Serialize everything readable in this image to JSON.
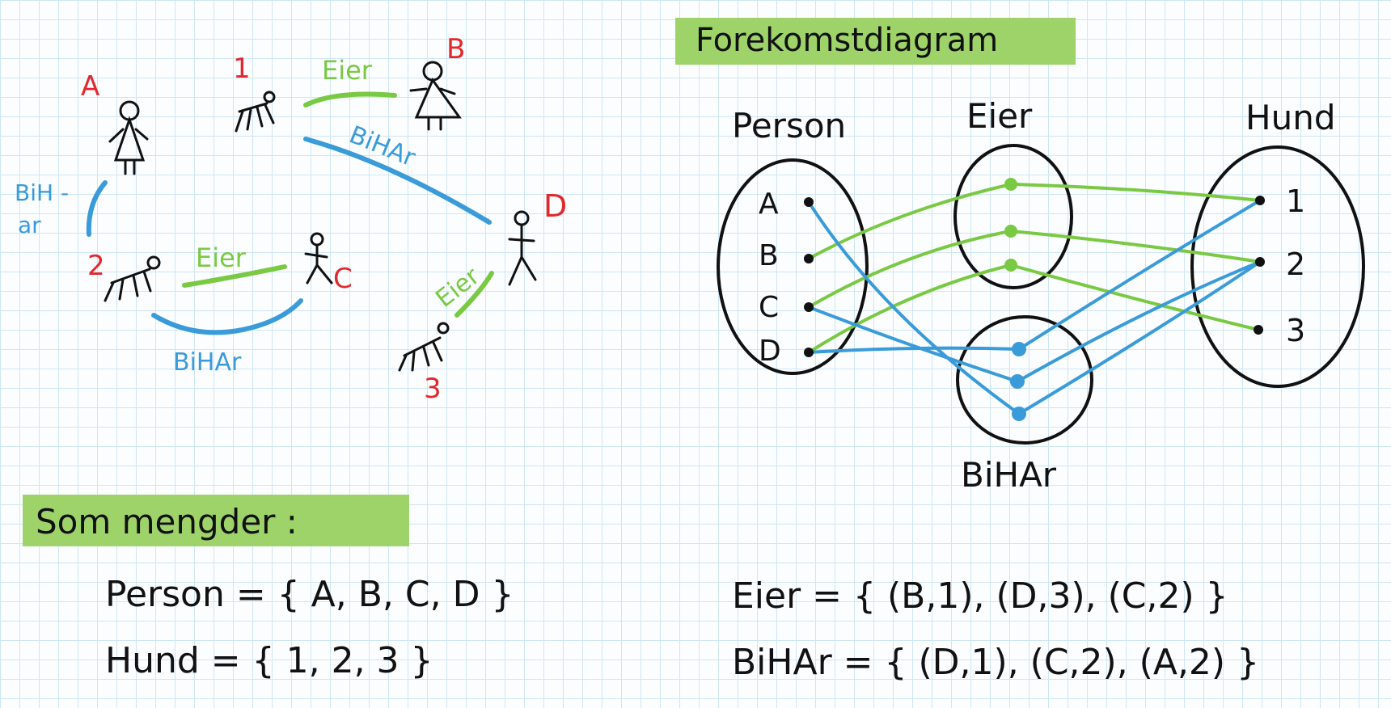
{
  "colors": {
    "red": "#e0282e",
    "green": "#7ac943",
    "blue": "#3a9bd9",
    "ink": "#111111",
    "highlight": "#9ed36a"
  },
  "left_sketch": {
    "persons": [
      "A",
      "B",
      "C",
      "D"
    ],
    "dogs": [
      "1",
      "2",
      "3"
    ],
    "eier_label": "Eier",
    "bihar_label": "BiHAr",
    "bihar_split_top": "BiH -",
    "bihar_split_bottom": "ar"
  },
  "diagram": {
    "title": "Forekomstdiagram",
    "person_title": "Person",
    "eier_title": "Eier",
    "hund_title": "Hund",
    "bihar_title": "BiHAr",
    "persons": [
      "A",
      "B",
      "C",
      "D"
    ],
    "dogs": [
      "1",
      "2",
      "3"
    ],
    "eier_links": [
      [
        "B",
        "1"
      ],
      [
        "D",
        "3"
      ],
      [
        "C",
        "2"
      ]
    ],
    "bihar_links": [
      [
        "D",
        "1"
      ],
      [
        "C",
        "2"
      ],
      [
        "A",
        "2"
      ]
    ]
  },
  "sets": {
    "heading": "Som mengder :",
    "person_eq": "Person = { A, B, C, D }",
    "hund_eq": "Hund = { 1, 2, 3 }",
    "eier_eq": "Eier = { (B,1), (D,3), (C,2) }",
    "bihar_eq": "BiHAr = { (D,1), (C,2), (A,2) }"
  }
}
